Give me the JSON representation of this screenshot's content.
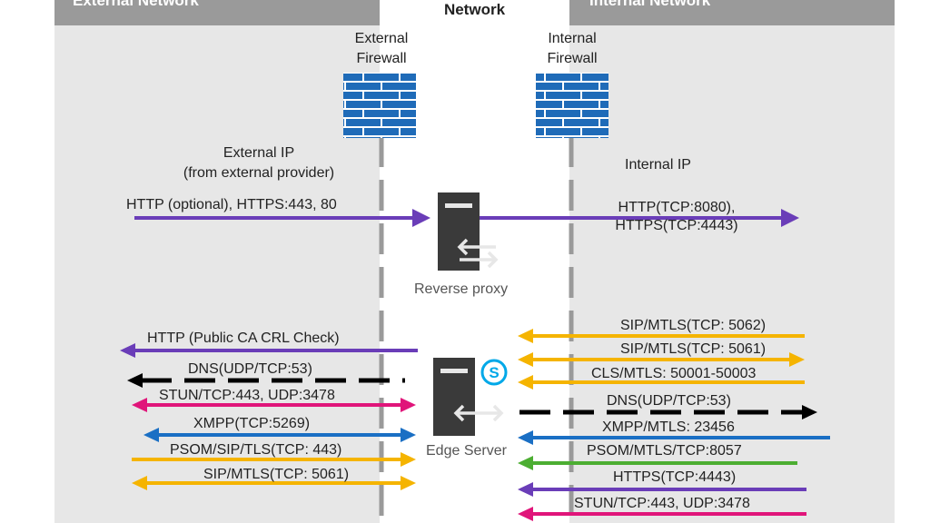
{
  "zones": {
    "external_title": "External Network",
    "perimeter_title": "Network",
    "internal_title": "Internal Network"
  },
  "firewalls": {
    "external_line1": "External",
    "external_line2": "Firewall",
    "internal_line1": "Internal",
    "internal_line2": "Firewall"
  },
  "ip": {
    "external_line1": "External IP",
    "external_line2": "(from external provider)",
    "internal": "Internal IP"
  },
  "servers": {
    "reverse_proxy": "Reverse proxy",
    "edge_server": "Edge Server",
    "edge_icon": "skype-icon"
  },
  "proxy_flows": {
    "external": "HTTP (optional), HTTPS:443, 80",
    "internal_line1": "HTTP(TCP:8080),",
    "internal_line2": "HTTPS(TCP:4443)"
  },
  "edge_external_flows": [
    {
      "label": "HTTP (Public CA CRL Check)",
      "color": "#6a3db8",
      "direction": "outbound"
    },
    {
      "label": "DNS(UDP/TCP:53)",
      "color": "#000000",
      "direction": "outbound",
      "style": "dashed"
    },
    {
      "label": "STUN/TCP:443, UDP:3478",
      "color": "#e0157a",
      "direction": "both"
    },
    {
      "label": "XMPP(TCP:5269)",
      "color": "#1a6fc4",
      "direction": "both"
    },
    {
      "label": "PSOM/SIP/TLS(TCP: 443)",
      "color": "#f5b400",
      "direction": "inbound"
    },
    {
      "label": "SIP/MTLS(TCP: 5061)",
      "color": "#f5b400",
      "direction": "both"
    }
  ],
  "edge_internal_flows": [
    {
      "label": "SIP/MTLS(TCP: 5062)",
      "color": "#f5b400",
      "direction": "to-edge"
    },
    {
      "label": "SIP/MTLS(TCP: 5061)",
      "color": "#f5b400",
      "direction": "both"
    },
    {
      "label": "CLS/MTLS: 50001-50003",
      "color": "#f5b400",
      "direction": "to-edge"
    },
    {
      "label": "DNS(UDP/TCP:53)",
      "color": "#000000",
      "direction": "to-internal",
      "style": "dashed"
    },
    {
      "label": "XMPP/MTLS: 23456",
      "color": "#1a6fc4",
      "direction": "to-edge"
    },
    {
      "label": "PSOM/MTLS/TCP:8057",
      "color": "#4cae32",
      "direction": "to-edge"
    },
    {
      "label": "HTTPS(TCP:4443)",
      "color": "#6a3db8",
      "direction": "to-edge"
    },
    {
      "label": "STUN/TCP:443, UDP:3478",
      "color": "#e0157a",
      "direction": "to-edge"
    }
  ]
}
